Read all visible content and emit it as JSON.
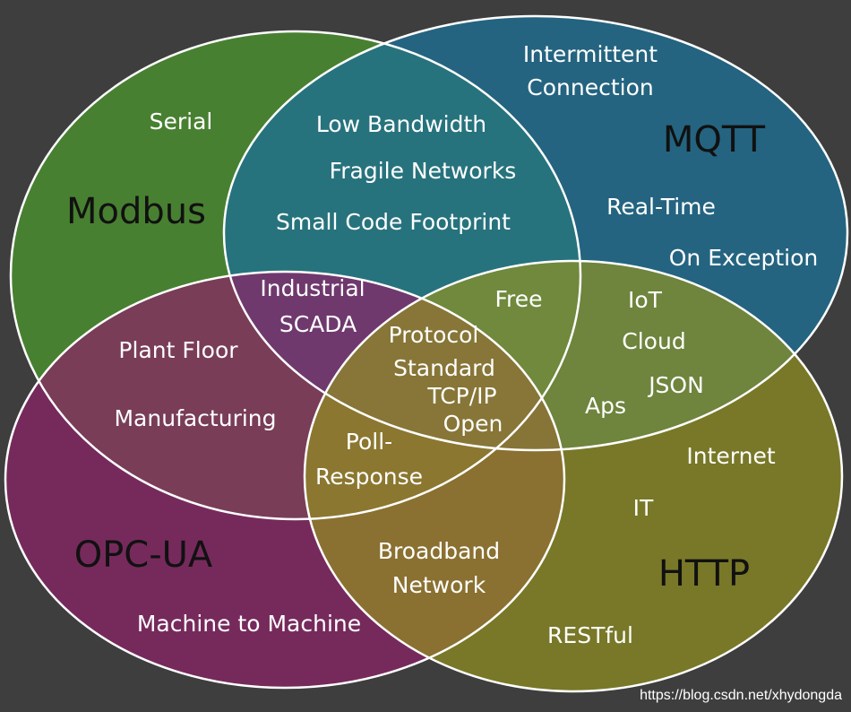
{
  "colors": {
    "background": "#3e3e3e",
    "modbus": "#4a8f2e",
    "mqtt": "#1d6f93",
    "opcua": "#8c2268",
    "http": "#93931e",
    "outline": "#ffffff"
  },
  "sets": {
    "modbus": "Modbus",
    "mqtt": "MQTT",
    "opcua": "OPC-UA",
    "http": "HTTP"
  },
  "regions": {
    "serial": "Serial",
    "intermittent_1": "Intermittent",
    "intermittent_2": "Connection",
    "low_bandwidth": "Low Bandwidth",
    "fragile_networks": "Fragile Networks",
    "small_code": "Small Code Footprint",
    "real_time": "Real-Time",
    "on_exception": "On Exception",
    "industrial": "Industrial",
    "scada": "SCADA",
    "free": "Free",
    "iot": "IoT",
    "cloud": "Cloud",
    "json": "JSON",
    "aps": "Aps",
    "plant_floor": "Plant Floor",
    "manufacturing": "Manufacturing",
    "protocol": "Protocol",
    "standard": "Standard",
    "tcpip": "TCP/IP",
    "open": "Open",
    "poll": "Poll-",
    "response": "Response",
    "internet": "Internet",
    "it": "IT",
    "broadband_1": "Broadband",
    "broadband_2": "Network",
    "m2m": "Machine to Machine",
    "restful": "RESTful"
  },
  "watermark": "https://blog.csdn.net/xhydongda"
}
